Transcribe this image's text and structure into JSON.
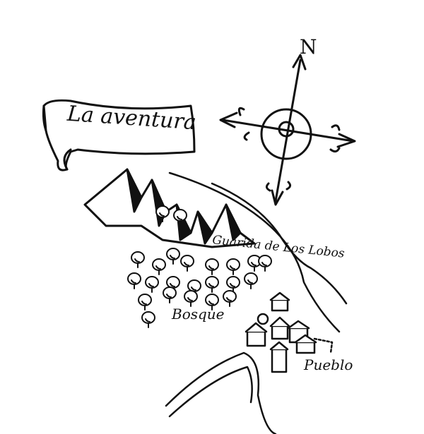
{
  "title": "La aventura",
  "compass": {
    "north_label": "N"
  },
  "places": {
    "den": "Guarida de Los Lobos",
    "forest": "Bosque",
    "village": "Pueblo"
  },
  "colors": {
    "ink": "#111111",
    "paper": "#ffffff"
  }
}
